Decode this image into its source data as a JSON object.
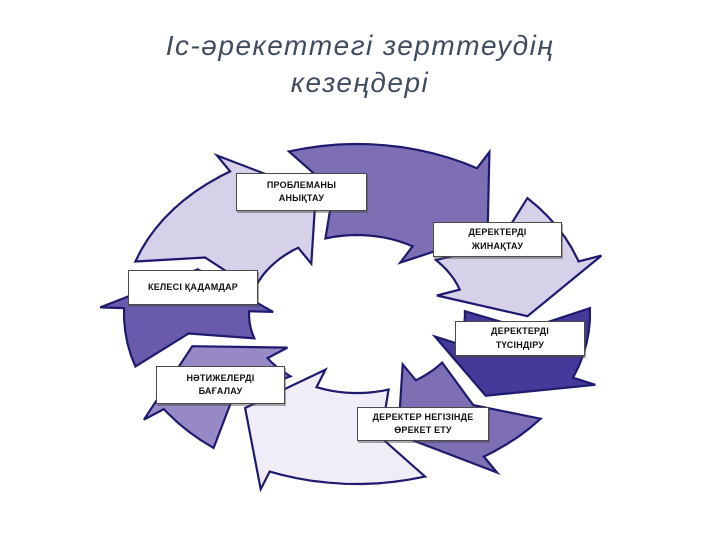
{
  "slide": {
    "background_color": "#FFFFFF",
    "title": {
      "line1": "Іс-әрекеттегі зерттеудің",
      "line2": "кезеңдері",
      "color": "#3F4C5F"
    },
    "diagram": {
      "type": "cycle",
      "direction": "clockwise",
      "outline_color": "#1E1A70",
      "steps": [
        {
          "id": "define-problem",
          "line1": "ПРОБЛЕМАНЫ",
          "line2": "АНЫҚТАУ"
        },
        {
          "id": "collect-data",
          "line1": "ДЕРЕКТЕРДІ",
          "line2": "ЖИНАҚТАУ"
        },
        {
          "id": "interpret-data",
          "line1": "ДЕРЕКТЕРДІ",
          "line2": "ТҮСІНДІРУ"
        },
        {
          "id": "act-on-data",
          "line1": "ДЕРЕКТЕР НЕГІЗІНДЕ",
          "line2": "ӨРЕКЕТ ЕТУ"
        },
        {
          "id": "evaluate-results",
          "line1": "НӘТИЖЕЛЕРДІ",
          "line2": "БАҒАЛАУ"
        },
        {
          "id": "next-steps",
          "line1": "КЕЛЕСІ ҚАДАМДАР",
          "line2": ""
        }
      ],
      "ring_segments": [
        {
          "start": 288,
          "end": 343,
          "color": "#D7D0E9"
        },
        {
          "start": 343,
          "end": 407,
          "color": "#7E6FB4"
        },
        {
          "start": 47,
          "end": 88,
          "color": "#D7D0E9"
        },
        {
          "start": 88,
          "end": 128,
          "color": "#45399A"
        },
        {
          "start": 128,
          "end": 163,
          "color": "#7E6FB4"
        },
        {
          "start": 163,
          "end": 218,
          "color": "#F0EDF8"
        },
        {
          "start": 218,
          "end": 252,
          "color": "#9789C6"
        },
        {
          "start": 252,
          "end": 288,
          "color": "#695AAB"
        }
      ]
    }
  }
}
